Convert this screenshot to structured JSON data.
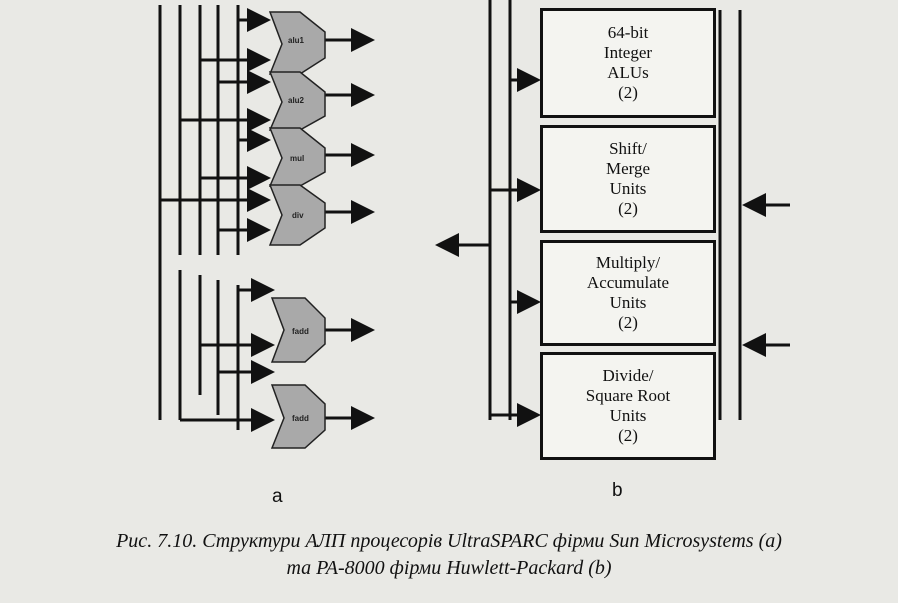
{
  "diagram_a": {
    "units": [
      "alu1",
      "alu2",
      "mul",
      "div"
    ],
    "fp_units": [
      "fadd",
      "fadd"
    ],
    "label": "a"
  },
  "diagram_b": {
    "units": [
      {
        "lines": [
          "64-bit",
          "Integer",
          "ALUs",
          "(2)"
        ]
      },
      {
        "lines": [
          "Shift/",
          "Merge",
          "Units",
          "(2)"
        ]
      },
      {
        "lines": [
          "Multiply/",
          "Accumulate",
          "Units",
          "(2)"
        ]
      },
      {
        "lines": [
          "Divide/",
          "Square Root",
          "Units",
          "(2)"
        ]
      }
    ],
    "label": "b"
  },
  "caption": {
    "line1": "Рис. 7.10. Структури АЛП процесорів UltraSPARC фірми Sun Microsystems (a)",
    "line2": "та PA-8000 фірми Huwlett-Packard (b)"
  },
  "colors": {
    "alu_fill": "#a9a9a9",
    "stroke": "#111111"
  }
}
